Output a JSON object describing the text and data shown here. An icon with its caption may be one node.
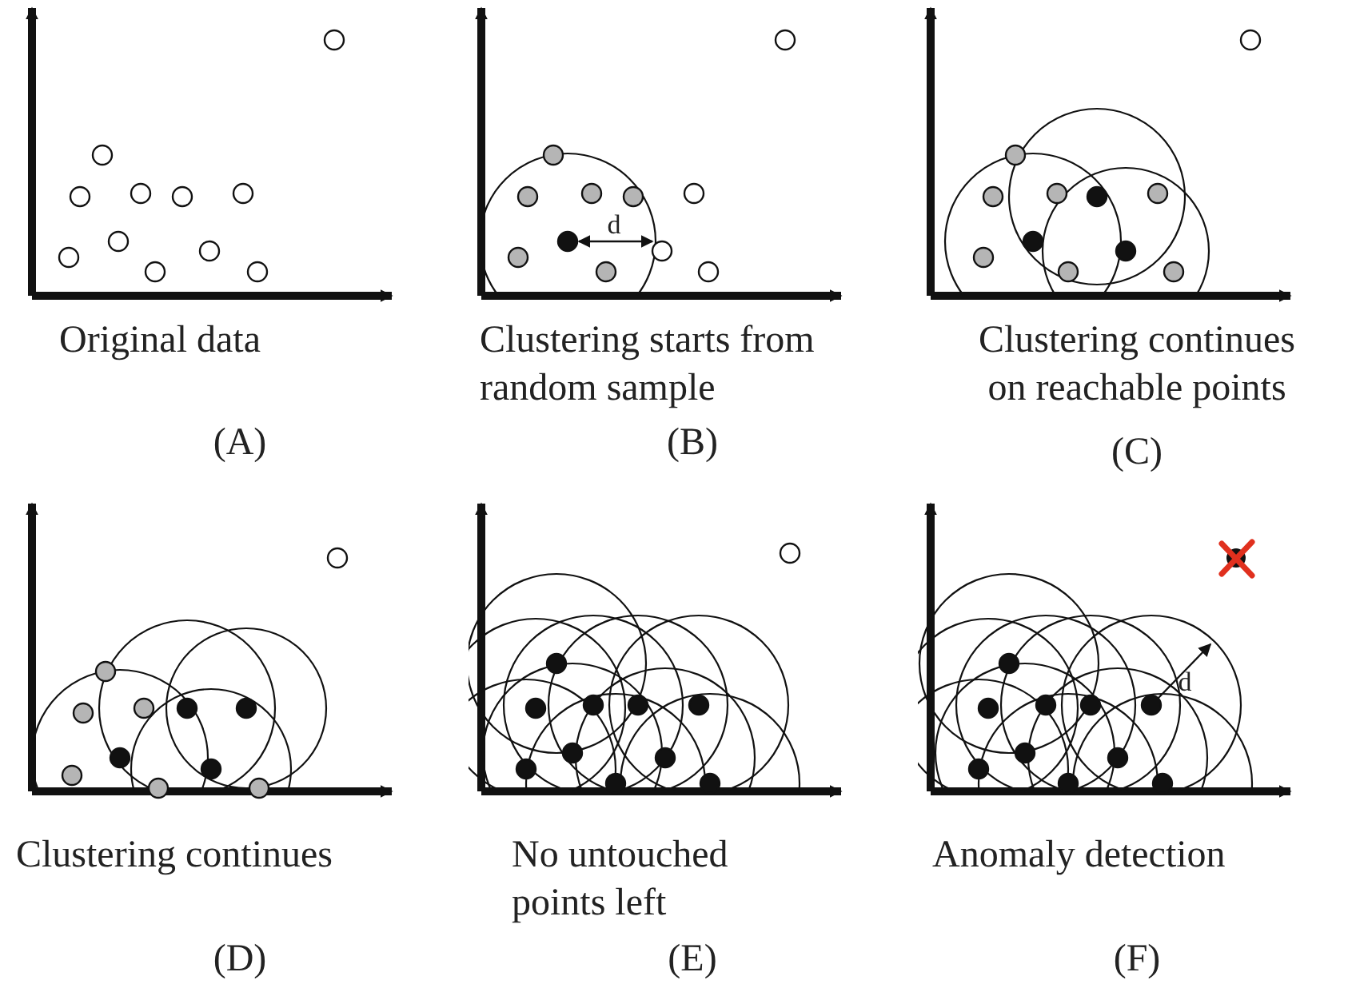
{
  "diagram": {
    "labels": [
      "Original data",
      "(A)",
      "d",
      "Clustering starts from random sample",
      "(B)",
      "Clustering continues on reachable points",
      "(C)",
      "Clustering continues",
      "(D)",
      "No untouched points left",
      "(E)",
      "d",
      "Anomaly detection",
      "(F)"
    ]
  }
}
